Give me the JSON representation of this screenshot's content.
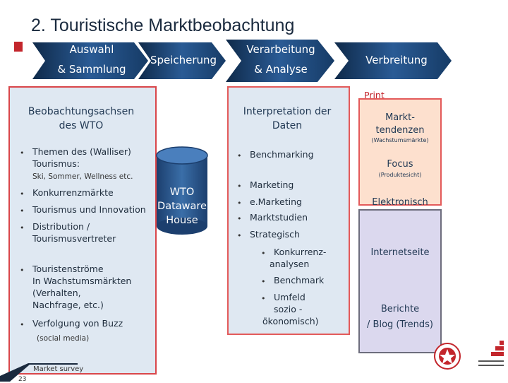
{
  "title": "2. Touristische Marktbeobachtung",
  "steps": {
    "s1_line1": "Auswahl",
    "s1_line2": "& Sammlung",
    "s2": "Speicherung",
    "s3_line1": "Verarbeitung",
    "s3_line2": "& Analyse",
    "s4": "Verbreitung"
  },
  "left": {
    "header": "Beobachtungsachsen des WTO",
    "items": [
      {
        "lines": [
          "Themen des (Walliser)",
          "Tourismus:"
        ],
        "sub": "Ski, Sommer, Wellness etc."
      },
      {
        "lines": [
          "Konkurrenzmärkte"
        ]
      },
      {
        "lines": [
          "Tourismus und Innovation"
        ]
      },
      {
        "lines": [
          "Distribution /",
          "Tourismusvertreter"
        ]
      },
      {
        "lines": [
          "Touristenströme",
          "In Wachstumsmärkten",
          "(Verhalten,",
          "Nachfrage, etc.)"
        ]
      },
      {
        "lines": [
          "Verfolgung von Buzz"
        ],
        "sub": "(social media)"
      }
    ]
  },
  "database": {
    "line1": "WTO",
    "line2": "Dataware",
    "line3": "House"
  },
  "middle": {
    "header": "Interpretation der Daten",
    "items": [
      "Benchmarking",
      "Marketing",
      "e.Marketing",
      "Marktstudien",
      "Strategisch"
    ],
    "subitems": [
      {
        "lines": [
          "Konkurrenz-",
          "analysen"
        ]
      },
      {
        "lines": [
          "Benchmark"
        ]
      },
      {
        "lines": [
          "Umfeld",
          "sozio -",
          "ökonomisch)"
        ]
      }
    ]
  },
  "right": {
    "print_label": "Print",
    "markt_line1": "Markt-",
    "markt_line2": "tendenzen",
    "markt_sub": "(Wachstumsmärkte)",
    "focus": "Focus",
    "focus_sub": "(Produktesicht)",
    "elektronisch": "Elektronisch",
    "internetseite": "Internetseite",
    "berichte_line1": "Berichte",
    "berichte_line2": "/ Blog (Trends)"
  },
  "footer": "Market survey",
  "page_number": "23",
  "colors": {
    "accent": "#c3262c",
    "arrow_dark": "#0f2a4a",
    "arrow_light": "#2a5b95",
    "panel_blue": "#dfe8f2"
  }
}
